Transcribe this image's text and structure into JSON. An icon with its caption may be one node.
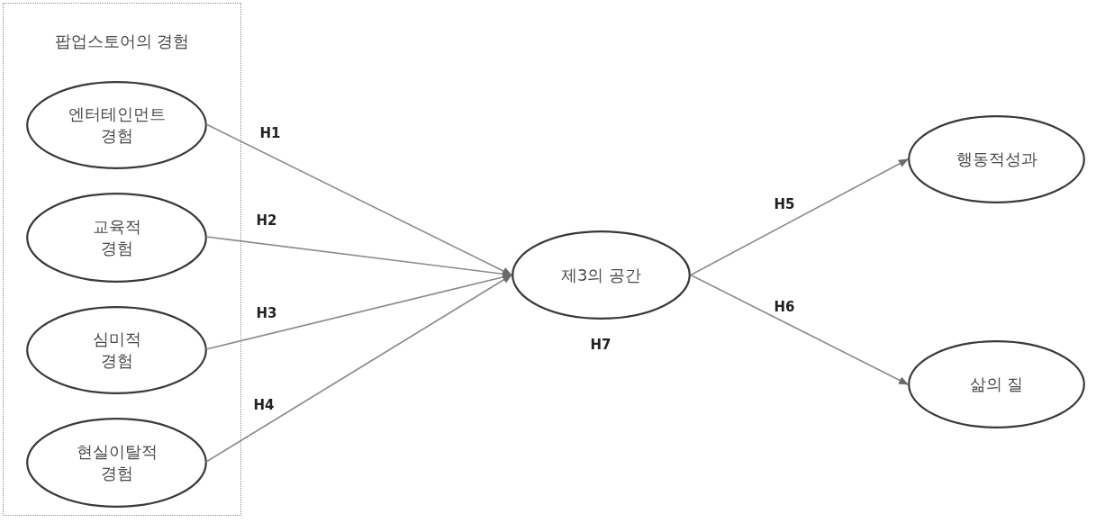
{
  "diagram": {
    "nodes": [
      {
        "text": [
          "팝업스토어의 경험"
        ]
      },
      {
        "text": [
          "엔터테인먼트 경험"
        ],
        "in": 0
      },
      {
        "text": [
          "교육적 경험"
        ],
        "in": 0
      },
      {
        "text": [
          "심미적 경험"
        ],
        "in": 0
      },
      {
        "text": [
          "현실이탈적 경험"
        ],
        "in": 0
      },
      {
        "text": [
          "제3의 공간"
        ]
      },
      {
        "text": [
          "행동적성과"
        ]
      },
      {
        "text": [
          "삶의 질"
        ]
      }
    ],
    "edges": [
      {
        "from": 1,
        "to": 5,
        "arrow": "to",
        "label": "H1"
      },
      {
        "from": 2,
        "to": 5,
        "arrow": "to",
        "label": "H2"
      },
      {
        "from": 3,
        "to": 5,
        "arrow": "to",
        "label": "H3"
      },
      {
        "from": 4,
        "to": 5,
        "arrow": "to",
        "label": "H4"
      },
      {
        "from": 5,
        "to": 6,
        "arrow": "to",
        "label": "H5"
      },
      {
        "from": 5,
        "to": 7,
        "arrow": "to",
        "label": "H6"
      }
    ],
    "labels": [
      "H7"
    ]
  }
}
